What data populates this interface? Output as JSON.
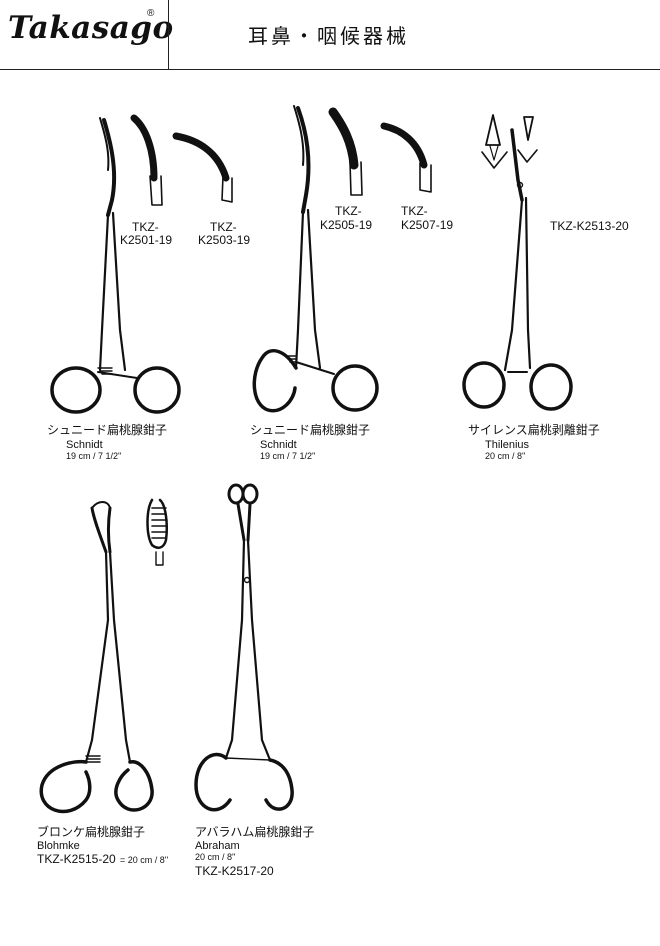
{
  "header": {
    "brand": "Takasago",
    "registered": "®",
    "title": "耳鼻・咽候器械"
  },
  "items": [
    {
      "name_jp": "シュニード扁桃腺鉗子",
      "name_en": "Schnidt",
      "size": "19 cm / 7 1/2''",
      "codes": [
        "TKZ-",
        "K2501-19",
        "TKZ-",
        "K2503-19"
      ]
    },
    {
      "name_jp": "シュニード扁桃腺鉗子",
      "name_en": "Schnidt",
      "size": "19 cm / 7 1/2''",
      "codes": [
        "TKZ-",
        "K2505-19",
        "TKZ-",
        "K2507-19"
      ]
    },
    {
      "name_jp": "サイレンス扁桃剥離鉗子",
      "name_en": "Thilenius",
      "size": "20 cm / 8''",
      "codes": [
        "TKZ-K2513-20"
      ]
    },
    {
      "name_jp": "ブロンケ扁桃腺鉗子",
      "name_en": "Blohmke",
      "code": "TKZ-K2515-20",
      "size": "= 20 cm / 8''"
    },
    {
      "name_jp": "アバラハム扁桃腺鉗子",
      "name_en": "Abraham",
      "size": "20 cm / 8''",
      "code": "TKZ-K2517-20"
    }
  ]
}
